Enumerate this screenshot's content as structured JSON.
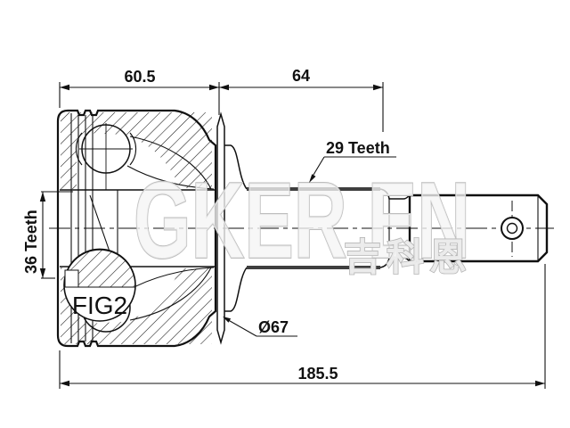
{
  "drawing": {
    "figure_label": "FIG2",
    "dimensions": {
      "joint_body_width": "60.5",
      "shaft_spline_length": "64",
      "overall_length": "185.5",
      "boot_groove_diameter": "Ø67"
    },
    "labels": {
      "outer_spline_teeth": "29 Teeth",
      "inner_spline_teeth": "36 Teeth"
    },
    "watermark": {
      "brand_latin": "GKER EN",
      "brand_cjk": "吉科恩"
    },
    "colors": {
      "line": "#111111",
      "heavy_spline_line": "#3f3f3f",
      "watermark_fill": "#f5f5f5",
      "watermark_stroke": "#bdbdbd",
      "background": "#ffffff"
    }
  }
}
